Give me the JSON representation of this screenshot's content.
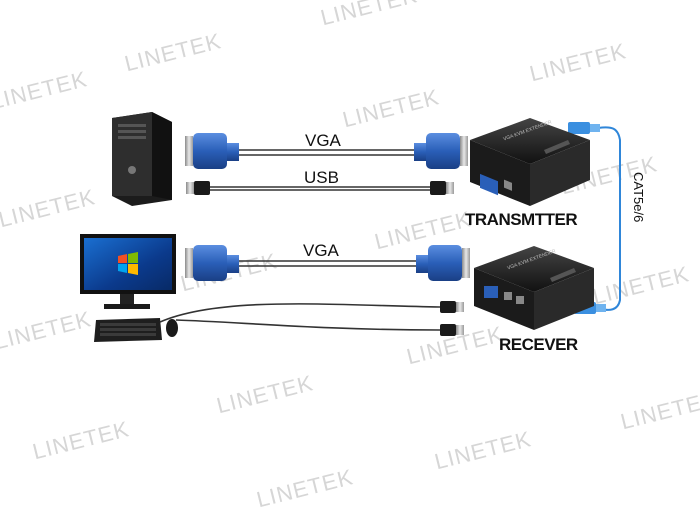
{
  "watermark": "LINETEK",
  "labels": {
    "vga_top": "VGA",
    "usb": "USB",
    "vga_bottom": "VGA",
    "transmitter": "TRANSMTTER",
    "receiver": "RECEVER",
    "cat": "CAT5e/6",
    "device_plate_tx": "VGA KVM EXTENDER",
    "device_plate_rx": "VGA KVM EXTENDER"
  },
  "icons": {
    "pc": "desktop-tower-icon",
    "monitor": "monitor-icon",
    "keyboard": "keyboard-icon",
    "mouse": "mouse-icon"
  },
  "colors": {
    "vga_connector": "#2a5fb8",
    "rj45": "#3a8fe0",
    "cable": "#333333",
    "device": "#1b1b1b"
  }
}
